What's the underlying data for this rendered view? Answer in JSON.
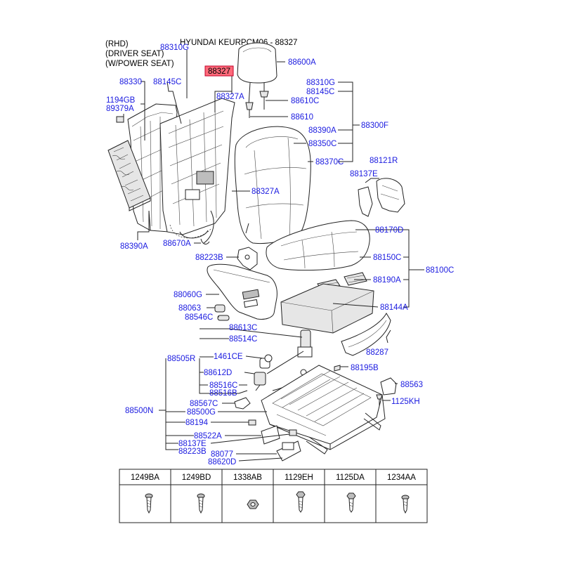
{
  "header": {
    "notes": [
      "(RHD)",
      "(DRIVER SEAT)",
      "(W/POWER SEAT)"
    ],
    "title": "HYUNDAI KEURPCM06 - 88327"
  },
  "highlight": {
    "code": "88327",
    "color": "#ff6a7a"
  },
  "colors": {
    "label": "#1a1ae0",
    "line": "#222222"
  },
  "parts": [
    "88310G",
    "88600A",
    "88330",
    "88145C",
    "88327A",
    "1194GB",
    "89379A",
    "88310G",
    "88145C",
    "88610C",
    "88610",
    "88390A",
    "88300F",
    "88350C",
    "88370C",
    "88121R",
    "88137E",
    "88327A",
    "88390A",
    "88670A",
    "88170D",
    "88223B",
    "88150C",
    "88100C",
    "88190A",
    "88060G",
    "88144A",
    "88063",
    "88546C",
    "88613C",
    "88287",
    "88514C",
    "88505R",
    "1461CE",
    "88195B",
    "88612D",
    "88563",
    "88516C",
    "88516B",
    "1125KH",
    "88567C",
    "88500N",
    "88500G",
    "88194",
    "88522A",
    "88137E",
    "88223B",
    "88077",
    "88620D"
  ],
  "fasteners_table": {
    "headers": [
      "1249BA",
      "1249BD",
      "1338AB",
      "1129EH",
      "1125DA",
      "1234AA"
    ],
    "icons": [
      "screw-bolt",
      "screw-bolt",
      "nut",
      "flange-bolt",
      "flange-bolt",
      "screw-bolt"
    ]
  }
}
